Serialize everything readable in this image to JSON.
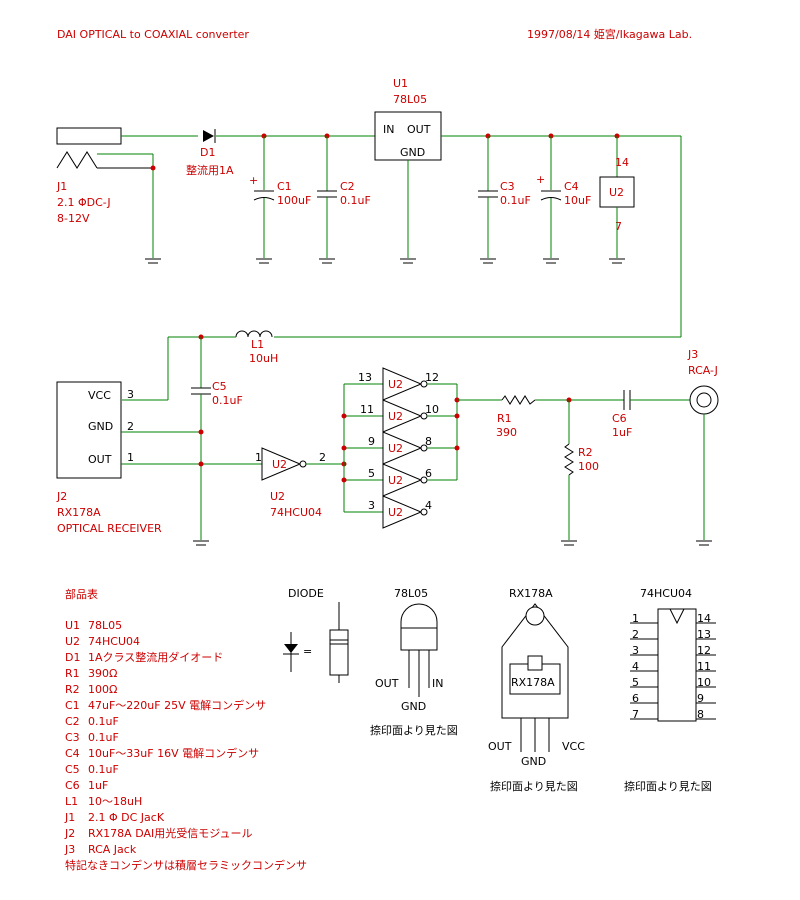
{
  "header": {
    "title": "DAI OPTICAL to COAXIAL converter",
    "date_author": "1997/08/14 姫宮/Ikagawa Lab."
  },
  "parts": {
    "U1": {
      "ref": "U1",
      "value": "78L05",
      "pin_in": "IN",
      "pin_out": "OUT",
      "pin_gnd": "GND"
    },
    "D1": {
      "ref": "D1",
      "value": "整流用1A"
    },
    "C1": {
      "ref": "C1",
      "value": "100uF",
      "polarity": "+"
    },
    "C2": {
      "ref": "C2",
      "value": "0.1uF"
    },
    "C3": {
      "ref": "C3",
      "value": "0.1uF"
    },
    "C4": {
      "ref": "C4",
      "value": "10uF",
      "polarity": "+"
    },
    "C5": {
      "ref": "C5",
      "value": "0.1uF"
    },
    "C6": {
      "ref": "C6",
      "value": "1uF"
    },
    "L1": {
      "ref": "L1",
      "value": "10uH"
    },
    "R1": {
      "ref": "R1",
      "value": "390"
    },
    "R2": {
      "ref": "R2",
      "value": "100"
    },
    "J1": {
      "ref": "J1",
      "line1": "2.1 ΦDC-J",
      "line2": "8-12V"
    },
    "J2": {
      "ref": "J2",
      "line1": "RX178A",
      "line2": "OPTICAL RECEIVER",
      "pins": [
        "VCC",
        "GND",
        "OUT"
      ],
      "pin_numbers": [
        "3",
        "2",
        "1"
      ]
    },
    "J3": {
      "ref": "J3",
      "value": "RCA-J"
    },
    "U2_power": {
      "ref": "U2",
      "pin_vcc": "14",
      "pin_gnd": "7"
    },
    "U2_input": {
      "ref": "U2",
      "value": "74HCU04",
      "pin_in": "1",
      "pin_out": "2"
    },
    "U2_gates": [
      {
        "label": "U2",
        "pin_in": "13",
        "pin_out": "12"
      },
      {
        "label": "U2",
        "pin_in": "11",
        "pin_out": "10"
      },
      {
        "label": "U2",
        "pin_in": "9",
        "pin_out": "8"
      },
      {
        "label": "U2",
        "pin_in": "5",
        "pin_out": "6"
      },
      {
        "label": "U2",
        "pin_in": "3",
        "pin_out": "4"
      }
    ]
  },
  "bom": {
    "title": "部品表",
    "items": [
      {
        "ref": "U1",
        "desc": "78L05"
      },
      {
        "ref": "U2",
        "desc": "74HCU04"
      },
      {
        "ref": "D1",
        "desc": "1Aクラス整流用ダイオード"
      },
      {
        "ref": "R1",
        "desc": "390Ω"
      },
      {
        "ref": "R2",
        "desc": "100Ω"
      },
      {
        "ref": "C1",
        "desc": "47uF～220uF 25V 電解コンデンサ"
      },
      {
        "ref": "C2",
        "desc": "0.1uF"
      },
      {
        "ref": "C3",
        "desc": "0.1uF"
      },
      {
        "ref": "C4",
        "desc": "10uF～33uF 16V 電解コンデンサ"
      },
      {
        "ref": "C5",
        "desc": "0.1uF"
      },
      {
        "ref": "C6",
        "desc": "1uF"
      },
      {
        "ref": "L1",
        "desc": "10～18uH"
      },
      {
        "ref": "J1",
        "desc": "2.1 Φ DC JacK"
      },
      {
        "ref": "J2",
        "desc": "RX178A DAI用光受信モジュール"
      },
      {
        "ref": "J3",
        "desc": "RCA Jack"
      }
    ],
    "note": "特記なきコンデンサは積層セラミックコンデンサ"
  },
  "pinouts": {
    "diode": {
      "title": "DIODE",
      "equals": "="
    },
    "l78l05": {
      "title": "78L05",
      "out": "OUT",
      "in": "IN",
      "gnd": "GND",
      "caption": "捺印面より見た図"
    },
    "rx178a": {
      "title": "RX178A",
      "body": "RX178A",
      "out": "OUT",
      "gnd": "GND",
      "vcc": "VCC",
      "caption": "捺印面より見た図"
    },
    "hcu04": {
      "title": "74HCU04",
      "left": [
        "1",
        "2",
        "3",
        "4",
        "5",
        "6",
        "7"
      ],
      "right": [
        "14",
        "13",
        "12",
        "11",
        "10",
        "9",
        "8"
      ],
      "caption": "捺印面より見た図"
    }
  }
}
